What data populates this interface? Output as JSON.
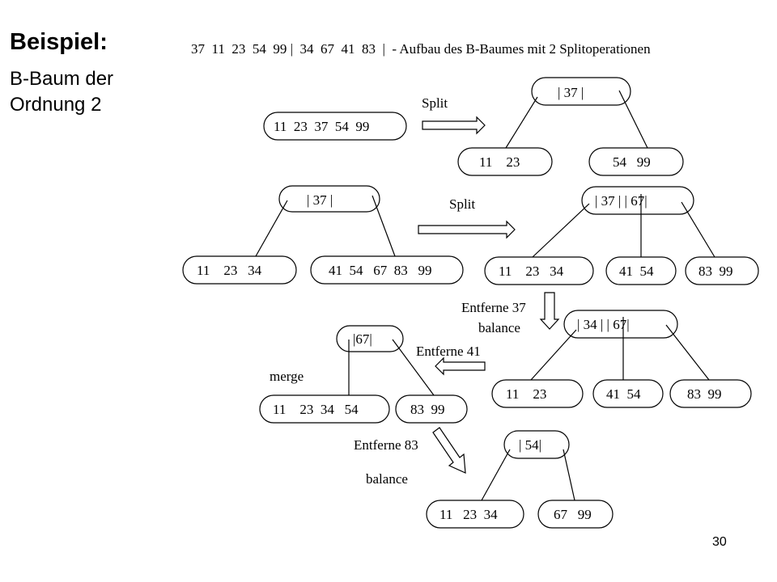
{
  "title": "Beispiel:",
  "subtitle_line1": "B-Baum der",
  "subtitle_line2": "Ordnung 2",
  "heading": "37  11  23  54  99 |  34  67  41  83  |  - Aufbau des B-Baumes mit 2 Splitoperationen",
  "page_number": "30",
  "nodes": {
    "n1": "11  23  37  54  99",
    "n2": "| 37 |",
    "n3": "11    23",
    "n4": "54   99",
    "n5": "| 37 |",
    "n6": "11    23   34",
    "n7": "41  54   67  83   99",
    "n8": "| 37 | | 67|",
    "n9": "11    23   34",
    "n10": "41  54",
    "n11": "83  99",
    "n12": "| 34 | | 67|",
    "n13": "11    23",
    "n14": "41  54",
    "n15": "83  99",
    "n16": "|67|",
    "n17": "11    23  34   54",
    "n18": "83  99",
    "n19": "| 54|",
    "n20": "11   23  34",
    "n21": "67   99"
  },
  "labels": {
    "split1": "Split",
    "split2": "Split",
    "remove37": "Entferne 37",
    "balance1": "balance",
    "remove41": "Entferne 41",
    "merge": "merge",
    "remove83": "Entferne 83",
    "balance2": "balance"
  }
}
